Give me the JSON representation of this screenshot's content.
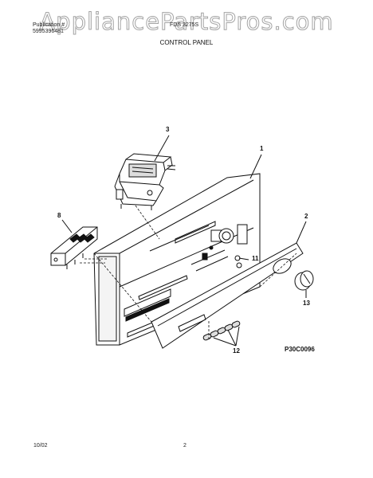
{
  "watermark": "AppliancePartsPros.com",
  "header": {
    "line1_left": "Publication #",
    "line2_left": "5995396481",
    "line1_right": "FDS 3275S",
    "section_title": "CONTROL PANEL"
  },
  "callouts": [
    "1",
    "2",
    "3",
    "8",
    "11",
    "12",
    "13"
  ],
  "figure_code": "P30C0096",
  "footer": {
    "date": "10/02",
    "page": "2"
  }
}
